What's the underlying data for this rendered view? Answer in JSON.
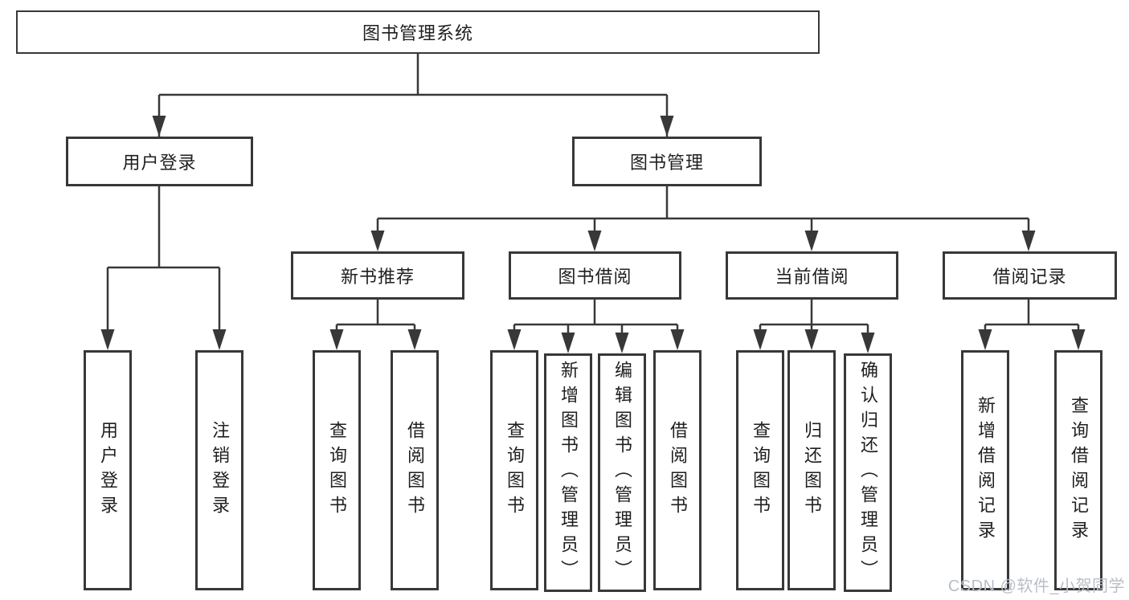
{
  "title": "图书管理系统",
  "tree": {
    "root": {
      "label": "图书管理系统",
      "children": [
        {
          "label": "用户登录",
          "children": [
            {
              "label": "用户登录"
            },
            {
              "label": "注销登录"
            }
          ]
        },
        {
          "label": "图书管理",
          "children": [
            {
              "label": "新书推荐",
              "children": [
                {
                  "label": "查询图书"
                },
                {
                  "label": "借阅图书"
                }
              ]
            },
            {
              "label": "图书借阅",
              "children": [
                {
                  "label": "查询图书"
                },
                {
                  "label": "新增图书（管理员）"
                },
                {
                  "label": "编辑图书（管理员）"
                },
                {
                  "label": "借阅图书"
                }
              ]
            },
            {
              "label": "当前借阅",
              "children": [
                {
                  "label": "查询图书"
                },
                {
                  "label": "归还图书"
                },
                {
                  "label": "确认归还（管理员）"
                }
              ]
            },
            {
              "label": "借阅记录",
              "children": [
                {
                  "label": "新增借阅记录"
                },
                {
                  "label": "查询借阅记录"
                }
              ]
            }
          ]
        }
      ]
    }
  },
  "watermark": "CSDN @软件_小贺同学",
  "colors": {
    "line": "#383838",
    "box_border": "#383838",
    "text": "#1f1f1f",
    "watermark": "#b9bec6",
    "background": "#ffffff"
  }
}
